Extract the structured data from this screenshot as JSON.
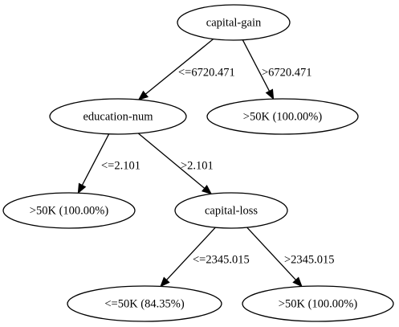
{
  "tree": {
    "nodes": [
      {
        "id": "n0",
        "name": "node-capital-gain",
        "label": "capital-gain"
      },
      {
        "id": "n1",
        "name": "node-education-num",
        "label": "education-num"
      },
      {
        "id": "n2",
        "name": "node-leaf-gt50k-top",
        "label": ">50K (100.00%)"
      },
      {
        "id": "n3",
        "name": "node-leaf-gt50k-left",
        "label": ">50K (100.00%)"
      },
      {
        "id": "n4",
        "name": "node-capital-loss",
        "label": "capital-loss"
      },
      {
        "id": "n5",
        "name": "node-leaf-le50k",
        "label": "<=50K (84.35%)"
      },
      {
        "id": "n6",
        "name": "node-leaf-gt50k-bottom",
        "label": ">50K (100.00%)"
      }
    ],
    "edges": [
      {
        "from": "n0",
        "to": "n1",
        "name": "edge-capital-gain-le",
        "label": "<=6720.471"
      },
      {
        "from": "n0",
        "to": "n2",
        "name": "edge-capital-gain-gt",
        "label": ">6720.471"
      },
      {
        "from": "n1",
        "to": "n3",
        "name": "edge-education-num-le",
        "label": "<=2.101"
      },
      {
        "from": "n1",
        "to": "n4",
        "name": "edge-education-num-gt",
        "label": ">2.101"
      },
      {
        "from": "n4",
        "to": "n5",
        "name": "edge-capital-loss-le",
        "label": "<=2345.015"
      },
      {
        "from": "n4",
        "to": "n6",
        "name": "edge-capital-loss-gt",
        "label": ">2345.015"
      }
    ]
  }
}
